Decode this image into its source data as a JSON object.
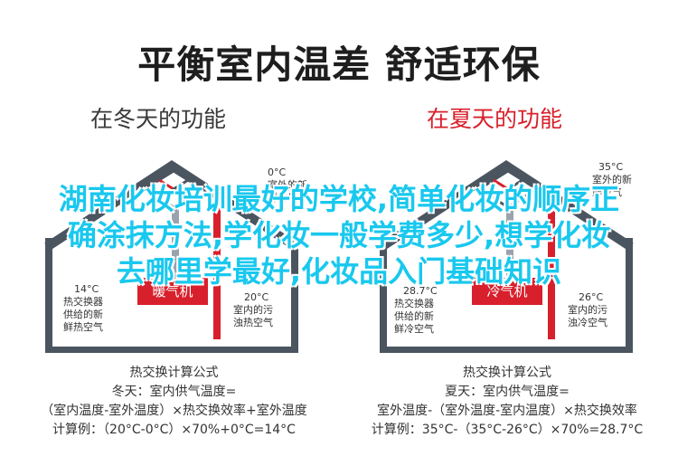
{
  "title": "平衡室内温差 舒适环保",
  "winter": {
    "heading": "在冬天的功能",
    "outdoor_temp": "0°C",
    "outdoor_label_1": "室外的新",
    "outdoor_label_2": "鲜空气",
    "supply_temp": "14°C",
    "supply_label_1": "热交换器",
    "supply_label_2": "供给的新",
    "supply_label_3": "鲜热空气",
    "unit": "暖气机",
    "indoor_temp": "20°C",
    "indoor_label_1": "室内的污",
    "indoor_label_2": "浊热空气",
    "formula_title": "热交换计算公式",
    "formula_line1": "冬天：室内供气温度=",
    "formula_line2": "（室内温度-室外温度）×热交换效率+室外温度",
    "formula_line3": "计算例：（20°C-0°C）×70%+0°C=14°C"
  },
  "summer": {
    "heading": "在夏天的功能",
    "outdoor_temp": "35°C",
    "outdoor_label_1": "室外的新",
    "outdoor_label_2": "鲜空气",
    "supply_temp": "28.7°C",
    "supply_label_1": "热交换器",
    "supply_label_2": "供给的新",
    "supply_label_3": "鲜冷空气",
    "unit": "冷气机",
    "indoor_temp": "26°C",
    "indoor_label_1": "室内的污",
    "indoor_label_2": "浊冷空气",
    "formula_title": "热交换计算公式",
    "formula_line1": "夏天：室内供气温度=",
    "formula_line2": "室外温度-（室外温度-室内温度）×热交换效率",
    "formula_line3": "计算例：35°C-（35°C-26°C）×70%=28.7°C"
  },
  "overlay": {
    "line1": "湖南化妆培训最好的学校,简单化妆的顺序正",
    "line2": "确涂抹方法,学化妆一般学费多少,想学化妆",
    "line3": "去哪里学最好,化妆品入门基础知识"
  },
  "colors": {
    "red": "#d8202c",
    "grey": "#4a5560",
    "blue": "#19c8ee"
  }
}
